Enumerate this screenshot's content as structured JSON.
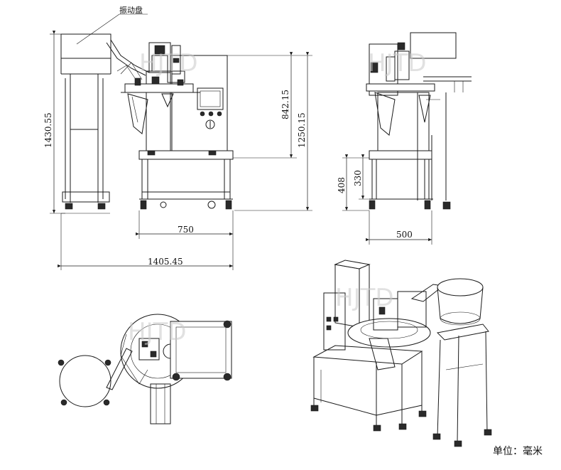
{
  "annotation": {
    "vibration_bowl": "振动盘"
  },
  "dimensions": {
    "total_height": "1430.55",
    "upper_height": "842.15",
    "work_height": "1250.15",
    "base_width": "750",
    "total_width": "1405.45",
    "side_height": "408",
    "side_table": "330",
    "side_width": "500"
  },
  "watermark": {
    "letters": "HJTD"
  },
  "units_label": "单位：毫米"
}
